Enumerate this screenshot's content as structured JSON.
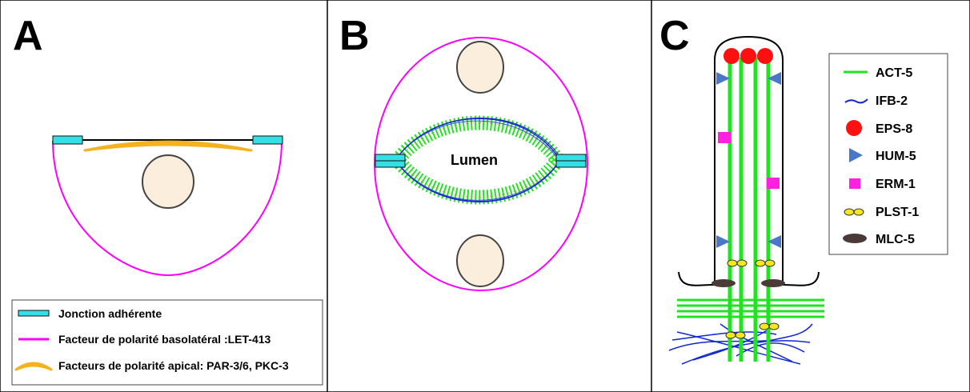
{
  "panels": {
    "a": {
      "letter": "A",
      "legend": [
        {
          "label": "Jonction adhérente",
          "color": "#33e0e6",
          "icon": "junction-swatch"
        },
        {
          "label": "Facteur de polarité basolatéral :LET-413",
          "color": "#ff00ff",
          "icon": "magenta-line"
        },
        {
          "label": "Facteurs de polarité apical: PAR-3/6, PKC-3",
          "color": "#f5b21c",
          "icon": "orange-arc"
        }
      ]
    },
    "b": {
      "letter": "B",
      "lumen_label": "Lumen"
    },
    "c": {
      "letter": "C",
      "legend": [
        {
          "label": "ACT-5",
          "color": "#22e322",
          "icon": "green-line"
        },
        {
          "label": "IFB-2",
          "color": "#1028d0",
          "icon": "blue-wave"
        },
        {
          "label": "EPS-8",
          "color": "#ff1010",
          "icon": "red-dot"
        },
        {
          "label": "HUM-5",
          "color": "#4a78c8",
          "icon": "blue-triangle"
        },
        {
          "label": "ERM-1",
          "color": "#ff20e0",
          "icon": "magenta-square"
        },
        {
          "label": "PLST-1",
          "color": "#f2e81a",
          "icon": "yellow-double-oval"
        },
        {
          "label": "MLC-5",
          "color": "#4a3a38",
          "icon": "brown-oval"
        }
      ]
    }
  },
  "colors": {
    "nucleus_fill": "#fbeedc",
    "nucleus_stroke": "#444444",
    "junction": "#33e0e6",
    "basolateral": "#ff00ff",
    "apical": "#f5b21c"
  }
}
